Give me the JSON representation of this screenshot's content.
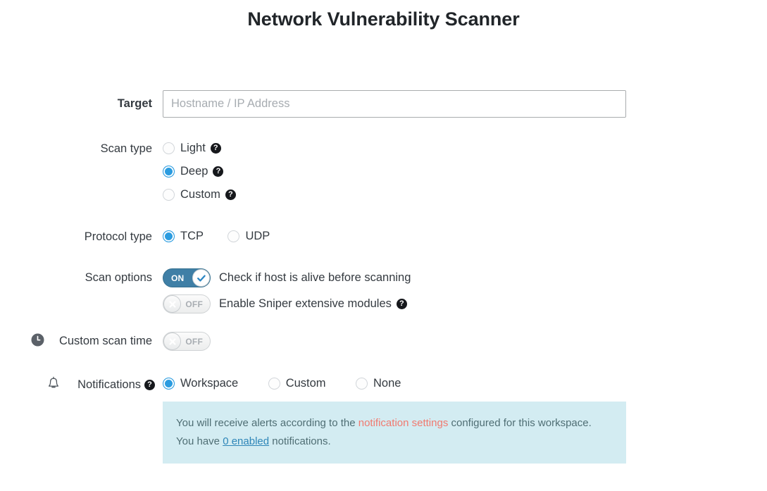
{
  "page": {
    "title": "Network Vulnerability Scanner"
  },
  "target": {
    "label": "Target",
    "placeholder": "Hostname / IP Address",
    "value": ""
  },
  "scan_type": {
    "label": "Scan type",
    "selected": "Deep",
    "options": [
      {
        "label": "Light",
        "checked": false,
        "help": "?"
      },
      {
        "label": "Deep",
        "checked": true,
        "help": "?"
      },
      {
        "label": "Custom",
        "checked": false,
        "help": "?"
      }
    ]
  },
  "protocol_type": {
    "label": "Protocol type",
    "selected": "TCP",
    "options": [
      {
        "label": "TCP",
        "checked": true
      },
      {
        "label": "UDP",
        "checked": false
      }
    ]
  },
  "scan_options": {
    "label": "Scan options",
    "items": [
      {
        "toggle_state": "ON",
        "on": true,
        "text": "Check if host is alive before scanning",
        "has_help": false,
        "help": ""
      },
      {
        "toggle_state": "OFF",
        "on": false,
        "text": "Enable Sniper extensive modules",
        "has_help": true,
        "help": "?"
      }
    ]
  },
  "custom_scan_time": {
    "label": "Custom scan time",
    "icon": "clock-icon",
    "toggle_state": "OFF",
    "on": false
  },
  "notifications": {
    "label": "Notifications",
    "icon": "bell-icon",
    "help": "?",
    "selected": "Workspace",
    "options": [
      {
        "label": "Workspace",
        "checked": true
      },
      {
        "label": "Custom",
        "checked": false
      },
      {
        "label": "None",
        "checked": false
      }
    ],
    "info": {
      "line1_pre": "You will receive alerts according to the ",
      "line1_link": "notification settings",
      "line1_post": " configured for this workspace.",
      "line2_pre": "You have ",
      "line2_link": "0 enabled",
      "line2_post": " notifications."
    }
  },
  "colors": {
    "accent_blue": "#2b9ce0",
    "toggle_on": "#3f7fa6",
    "info_bg": "#d3ecf2",
    "link_red": "#f1796f",
    "link_blue": "#2e86b8"
  }
}
